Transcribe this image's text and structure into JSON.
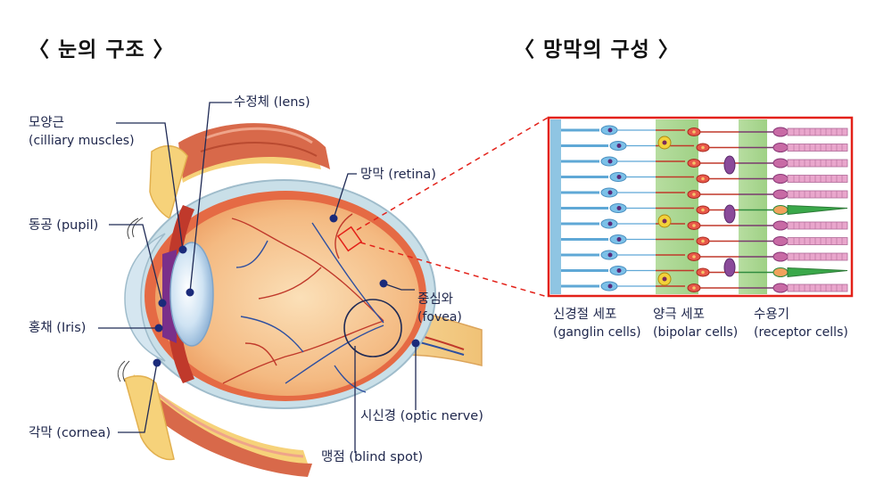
{
  "titles": {
    "eye": "〈 눈의 구조 〉",
    "retina": "〈 망막의 구성 〉"
  },
  "eye_labels": {
    "ciliary": {
      "ko": "모양근",
      "en": "(cilliary muscles)"
    },
    "lens": "수정체 (lens)",
    "pupil": "동공 (pupil)",
    "iris": "홍채 (Iris)",
    "cornea": "각막 (cornea)",
    "retina": "망막 (retina)",
    "fovea": {
      "ko": "중심와",
      "en": "(fovea)"
    },
    "optic_nerve": "시신경 (optic nerve)",
    "blind_spot": "맹점 (blind spot)"
  },
  "retina_labels": {
    "ganglion": {
      "ko": "신경절 세포",
      "en": "(ganglin cells)"
    },
    "bipolar": {
      "ko": "양극 세포",
      "en": "(bipolar cells)"
    },
    "receptor": {
      "ko": "수용기",
      "en": "(receptor cells)"
    }
  },
  "colors": {
    "leader": "#1f2a55",
    "dot": "#1a2a7a",
    "box": "#e32119",
    "sclera": "#c9dfe8",
    "vitreous": "#f2b57a",
    "muscle": "#d8694a",
    "fat": "#f6d27a"
  }
}
